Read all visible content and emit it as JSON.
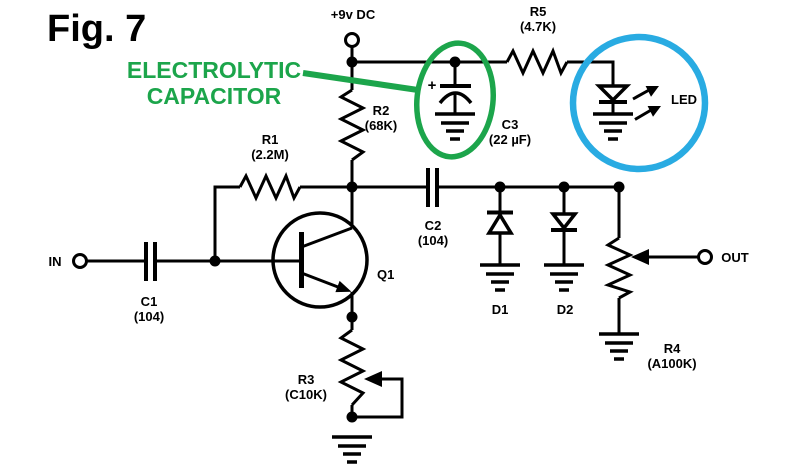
{
  "figure_title": "Fig. 7",
  "callouts": {
    "electrolytic": {
      "line1": "ELECTROLYTIC",
      "line2": "CAPACITOR"
    }
  },
  "terminals": {
    "power": "+9v DC",
    "in": "IN",
    "out": "OUT"
  },
  "components": {
    "r1": {
      "ref": "R1",
      "value": "(2.2M)"
    },
    "r2": {
      "ref": "R2",
      "value": "(68K)"
    },
    "r3": {
      "ref": "R3",
      "value": "(C10K)"
    },
    "r4": {
      "ref": "R4",
      "value": "(A100K)"
    },
    "r5": {
      "ref": "R5",
      "value": "(4.7K)"
    },
    "c1": {
      "ref": "C1",
      "value": "(104)"
    },
    "c2": {
      "ref": "C2",
      "value": "(104)"
    },
    "c3": {
      "ref": "C3",
      "value": "(22 µF)",
      "polarity": "+"
    },
    "d1": {
      "ref": "D1"
    },
    "d2": {
      "ref": "D2"
    },
    "q1": {
      "ref": "Q1"
    },
    "led": {
      "ref": "LED"
    }
  },
  "colors": {
    "ink": "#000000",
    "background": "#FFFFFF",
    "annotation_green": "#1CA54B",
    "annotation_blue": "#29ABE2"
  }
}
